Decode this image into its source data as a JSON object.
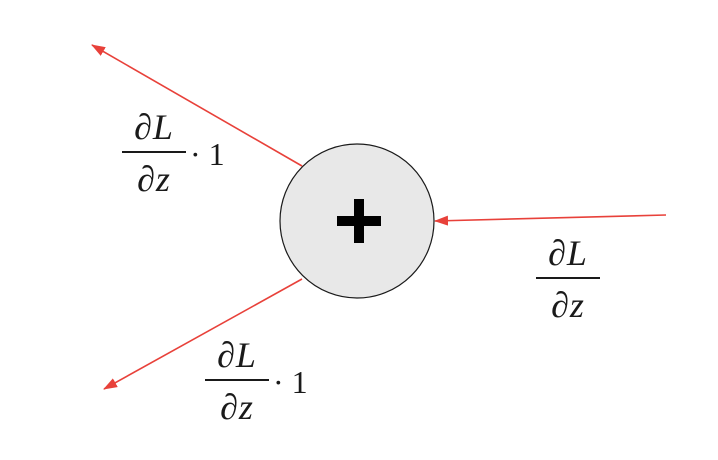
{
  "node": {
    "operator": "+",
    "fill_color": "#e8e8e8",
    "stroke_color": "#1a1a1a"
  },
  "edges": {
    "color": "#e8413a",
    "upstream_gradient": {
      "numerator": "∂L",
      "denominator": "∂z"
    },
    "top_output_gradient": {
      "numerator": "∂L",
      "denominator": "∂z",
      "multiplier": "· 1"
    },
    "bottom_output_gradient": {
      "numerator": "∂L",
      "denominator": "∂z",
      "multiplier": "· 1"
    }
  }
}
